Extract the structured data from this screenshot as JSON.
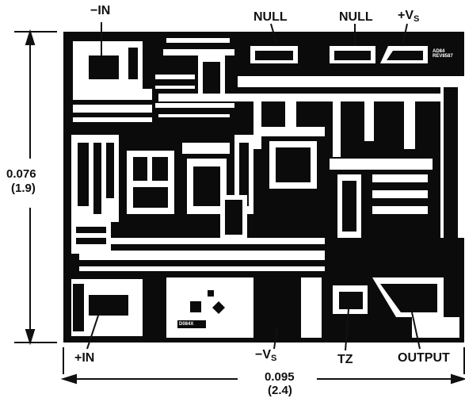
{
  "pins": {
    "neg_in": "−IN",
    "null_1": "NULL",
    "null_2": "NULL",
    "pos_vs": "+V",
    "pos_vs_sub": "S",
    "pos_in": "+IN",
    "neg_vs": "−V",
    "neg_vs_sub": "S",
    "tz": "TZ",
    "output": "OUTPUT"
  },
  "dimensions": {
    "height_in": "0.076",
    "height_mm": "(1.9)",
    "width_in": "0.095",
    "width_mm": "(2.4)"
  },
  "die_markings": {
    "top_right": "AD84\nREV8587",
    "bottom": "D084X"
  },
  "colors": {
    "die": "#0b0b0b",
    "metal": "#ffffff",
    "annotation": "#111111"
  }
}
